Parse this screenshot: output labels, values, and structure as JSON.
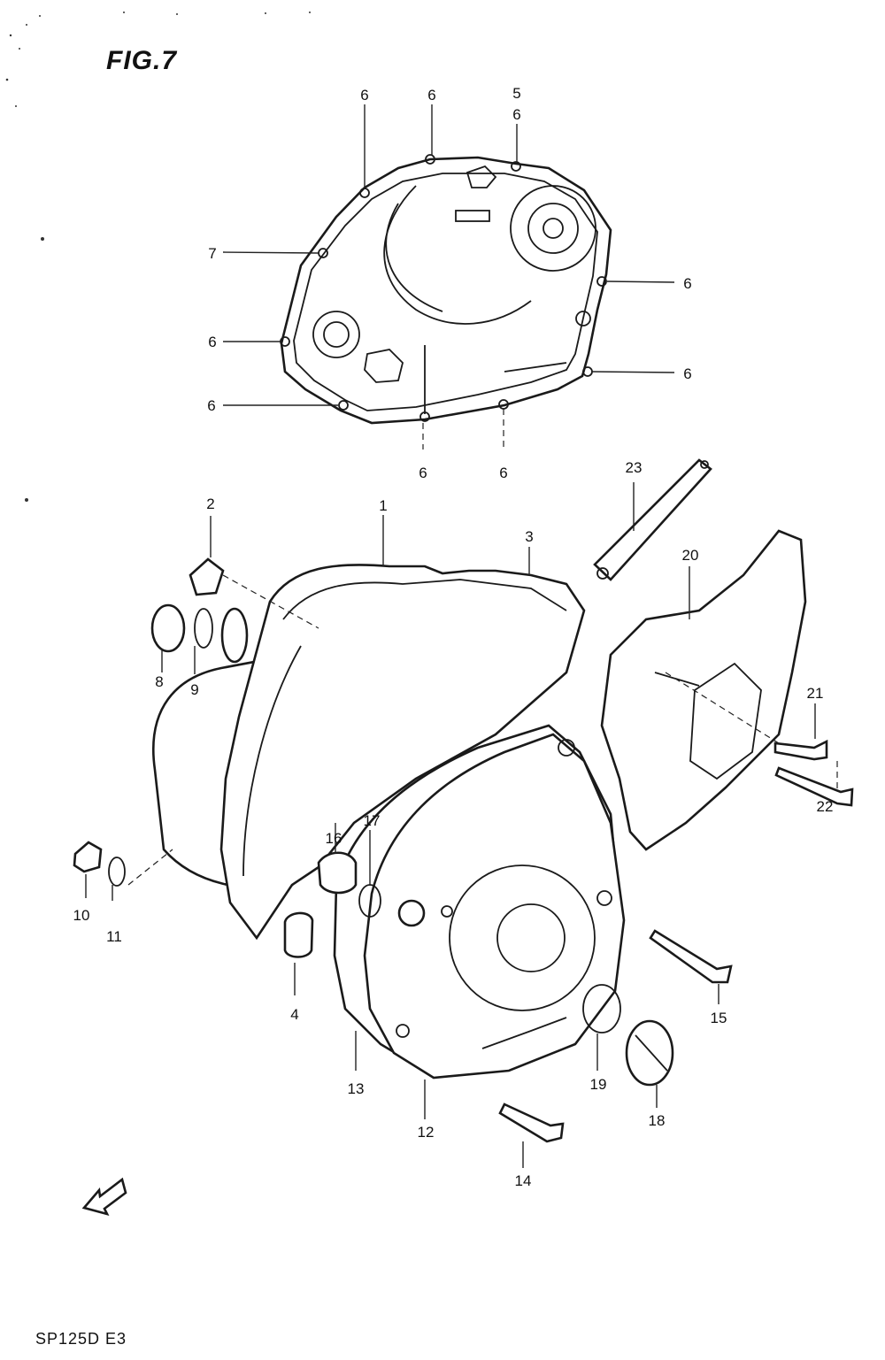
{
  "figure_title": "FIG.7",
  "model_code": "SP125D E3",
  "fwd_mark": "FWD",
  "part_labels": {
    "p1": "1",
    "p2": "2",
    "p3": "3",
    "p4": "4",
    "p5": "5",
    "p6": "6",
    "p7": "7",
    "p8": "8",
    "p9": "9",
    "p10": "10",
    "p11": "11",
    "p12": "12",
    "p13": "13",
    "p14": "14",
    "p15": "15",
    "p16": "16",
    "p17": "17",
    "p18": "18",
    "p19": "19",
    "p20": "20",
    "p21": "21",
    "p22": "22",
    "p23": "23"
  }
}
